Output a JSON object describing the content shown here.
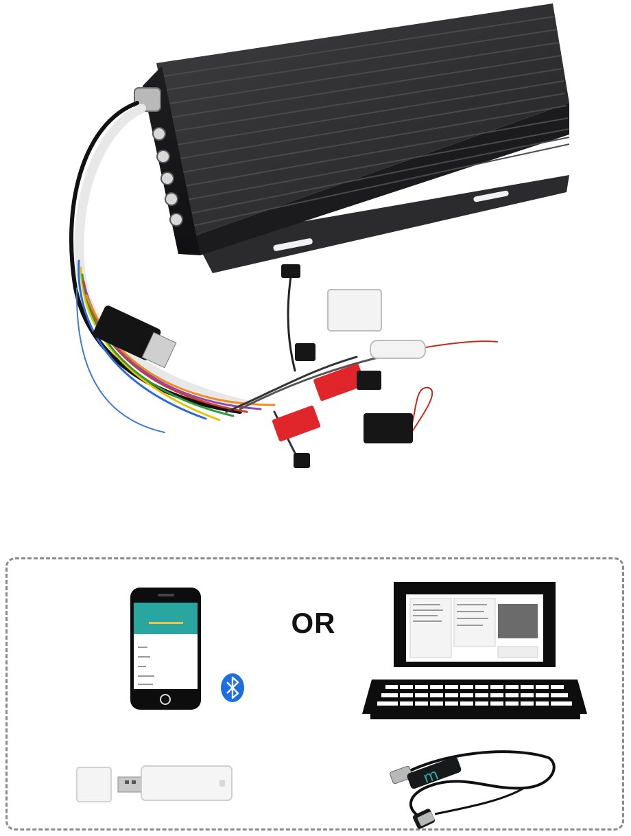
{
  "separator_text": "OR",
  "usb_cable_brand": "m",
  "colors": {
    "controller_body": "#2f2f31",
    "panel_border": "#8a8a8a",
    "bluetooth_blue": "#1d6fe0",
    "app_header_teal": "#29a6a0"
  },
  "icons": [
    "controller-photo",
    "smartphone-icon",
    "bluetooth-icon",
    "laptop-icon",
    "usb-bluetooth-dongle",
    "usb-programming-cable"
  ]
}
